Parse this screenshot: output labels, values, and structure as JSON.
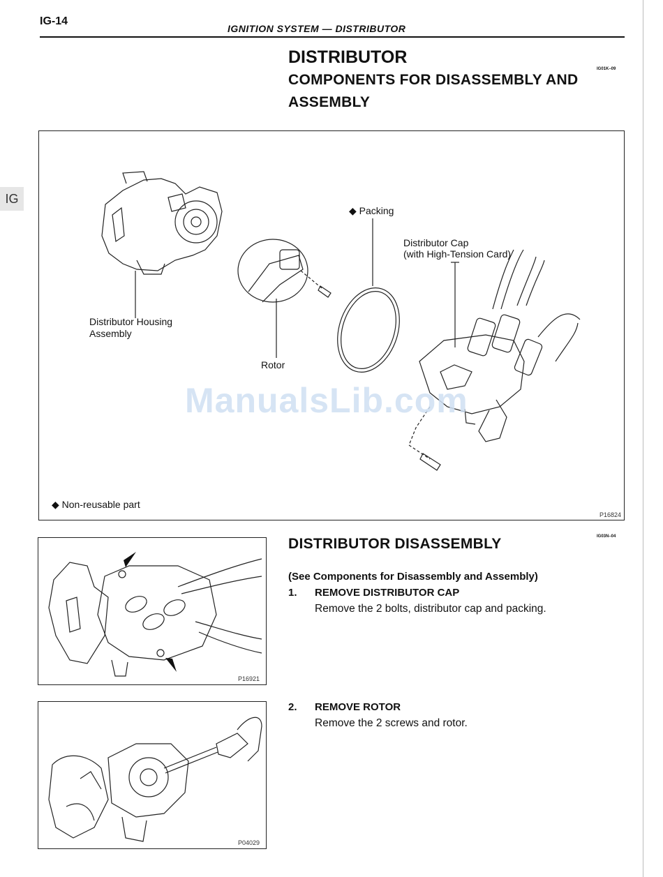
{
  "header": {
    "page_number": "IG-14",
    "running_head": "IGNITION SYSTEM — DISTRIBUTOR",
    "side_tab": "IG"
  },
  "title": "DISTRIBUTOR",
  "subtitle": "COMPONENTS FOR DISASSEMBLY AND ASSEMBLY",
  "code_top": "IG01K–09",
  "figure_main": {
    "labels": {
      "packing": "◆ Packing",
      "cap_line1": "Distributor Cap",
      "cap_line2": "(with High-Tension Card)",
      "housing_line1": "Distributor Housing",
      "housing_line2": "Assembly",
      "rotor": "Rotor",
      "note": "◆ Non-reusable part"
    },
    "id": "P16824"
  },
  "watermark": "ManualsLib.com",
  "section": {
    "title": "DISTRIBUTOR DISASSEMBLY",
    "code": "IG03N–04",
    "ref": "(See Components for Disassembly and Assembly)",
    "steps": [
      {
        "num": "1.",
        "heading": "REMOVE DISTRIBUTOR CAP",
        "text": "Remove the 2 bolts, distributor cap and packing."
      },
      {
        "num": "2.",
        "heading": "REMOVE ROTOR",
        "text": "Remove the 2 screws and rotor."
      }
    ]
  },
  "figure_1_id": "P16921",
  "figure_2_id": "P04029"
}
